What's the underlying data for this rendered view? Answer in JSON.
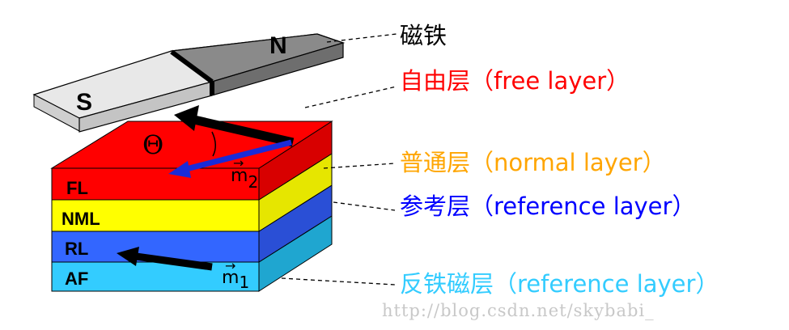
{
  "magnet": {
    "north_label": "N",
    "south_label": "S"
  },
  "stack": {
    "layers": [
      {
        "id": "fl",
        "abbr": "FL",
        "color": "#ff0000"
      },
      {
        "id": "nml",
        "abbr": "NML",
        "color": "#ffff00"
      },
      {
        "id": "rl",
        "abbr": "RL",
        "color": "#3366ff"
      },
      {
        "id": "af",
        "abbr": "AF",
        "color": "#33ccff"
      }
    ],
    "angle_symbol": "Θ",
    "m2_label": "m",
    "m2_subscript": "2",
    "m1_label": "m",
    "m1_subscript": "1",
    "vector_arrow": "→"
  },
  "callouts": [
    {
      "id": "magnet",
      "text": "磁铁",
      "color": "#000000"
    },
    {
      "id": "free",
      "text": "自由层（free layer）",
      "color": "#ff0000"
    },
    {
      "id": "normal",
      "text": "普通层（normal  layer）",
      "color": "#ffa500"
    },
    {
      "id": "reference",
      "text": "参考层（reference layer）",
      "color": "#0000ff"
    },
    {
      "id": "antiferro",
      "text": "反铁磁层（reference layer）",
      "color": "#33ccff"
    }
  ],
  "watermark": "http://blog.csdn.net/skybabi_"
}
